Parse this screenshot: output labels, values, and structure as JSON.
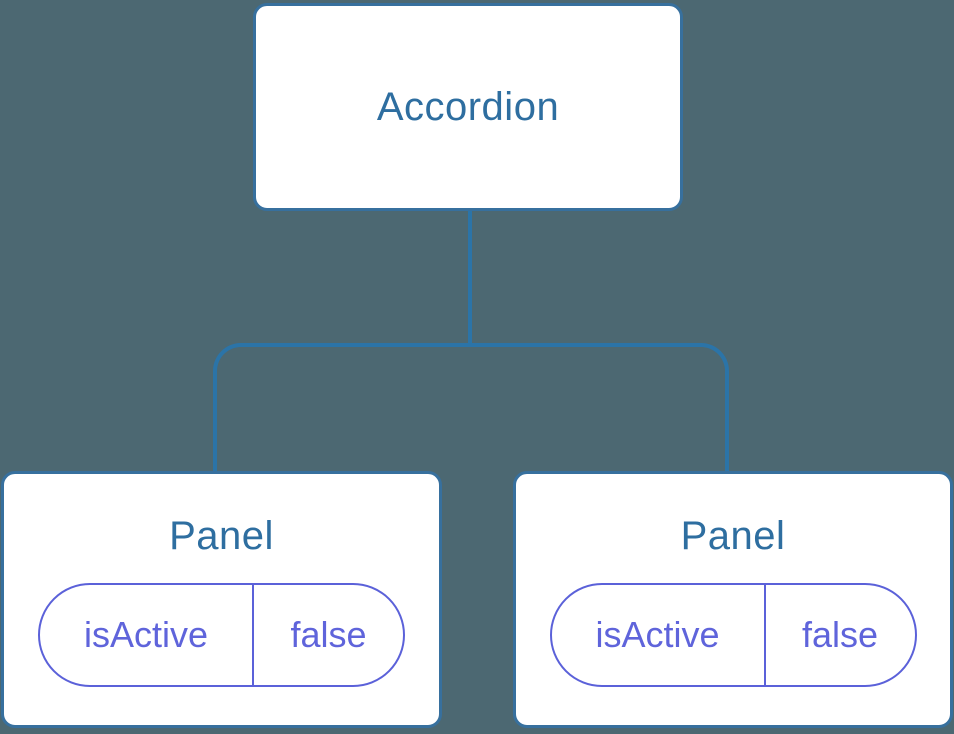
{
  "canvas": {
    "background": "#4C6872"
  },
  "palette": {
    "canvas_bg": "#4C6872",
    "node_fill": "#FFFFFF",
    "node_border": "#37709E",
    "node_label": "#2E6EA0",
    "connector": "#2B74A8",
    "state": "#5B61D9",
    "state_text": "#5F64DB"
  },
  "tree": {
    "root": {
      "label": "Accordion"
    },
    "children": [
      {
        "label": "Panel",
        "state": {
          "key": "isActive",
          "value": "false"
        }
      },
      {
        "label": "Panel",
        "state": {
          "key": "isActive",
          "value": "false"
        }
      }
    ]
  }
}
